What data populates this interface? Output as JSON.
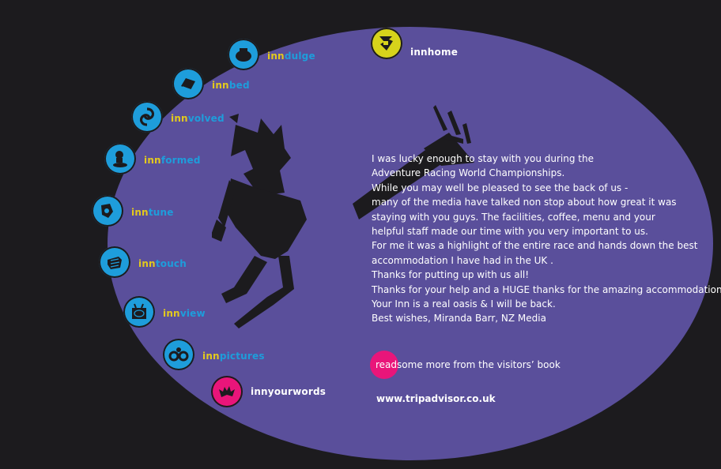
{
  "nav": {
    "home": {
      "label": "innhome",
      "icon": "home-icon"
    },
    "items": [
      {
        "prefix": "inn",
        "suffix": "dulge",
        "icon": "cake-icon"
      },
      {
        "prefix": "inn",
        "suffix": "bed",
        "icon": "bed-icon"
      },
      {
        "prefix": "inn",
        "suffix": "volved",
        "icon": "swirl-icon"
      },
      {
        "prefix": "inn",
        "suffix": "formed",
        "icon": "info-icon"
      },
      {
        "prefix": "inn",
        "suffix": "tune",
        "icon": "music-icon"
      },
      {
        "prefix": "inn",
        "suffix": "touch",
        "icon": "hand-icon"
      },
      {
        "prefix": "inn",
        "suffix": "view",
        "icon": "tv-icon"
      },
      {
        "prefix": "inn",
        "suffix": "pictures",
        "icon": "camera-icon"
      }
    ],
    "yourwords": {
      "label": "innyourwords",
      "icon": "bat-icon"
    }
  },
  "testimonial": {
    "lines": [
      "I was lucky enough to stay with you during the",
      "Adventure Racing World Championships.",
      "While you may well be pleased to see the back of us -",
      "many of the media have talked non stop about how great it was",
      "staying with you guys. The facilities, coffee, menu and your",
      "helpful staff made our time with you very important to us.",
      "For me it was a highlight of the entire race and hands down the best",
      "accommodation I have had in the UK .",
      "Thanks for putting up with us all!",
      "Thanks for your help and a HUGE thanks for the amazing accommodation.",
      "Your Inn is a real oasis & I will be back.",
      "Best wishes, Miranda Barr, NZ Media"
    ]
  },
  "read_more": {
    "highlight": "read",
    "rest": " some more from the visitors’ book"
  },
  "website": "www.tripadvisor.co.uk",
  "colors": {
    "background": "#1c1b1e",
    "ellipse": "#5a4f9b",
    "icon_blue": "#1e9ddb",
    "icon_yellow": "#d7d31b",
    "icon_pink": "#e9157a",
    "prefix_yellow": "#e2c91e"
  }
}
